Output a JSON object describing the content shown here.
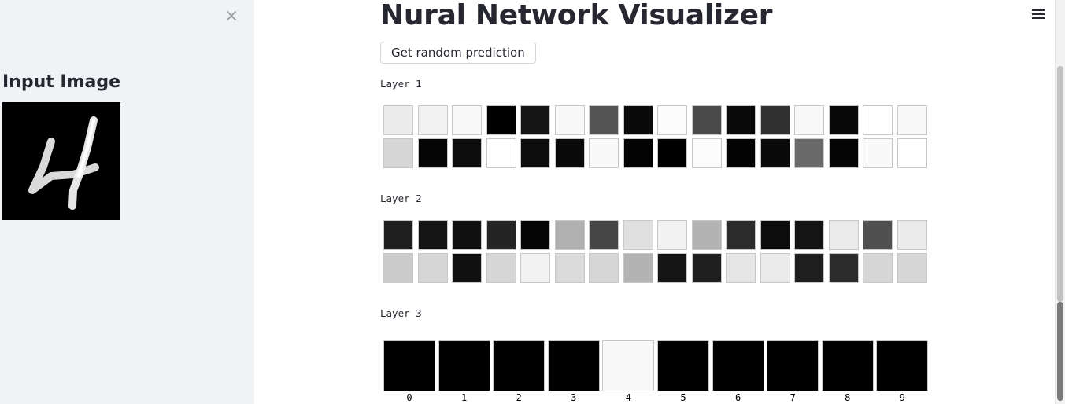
{
  "sidebar": {
    "close_symbol": "×",
    "title": "Input Image",
    "image_alt": "Handwritten digit 4"
  },
  "main": {
    "title": "Nural Network Visualizer",
    "button_label": "Get random prediction",
    "menu_icon": "hamburger-menu-icon"
  },
  "layers": [
    {
      "label": "Layer 1",
      "rows": [
        [
          "#ebebeb",
          "#f1f1f1",
          "#f9f9f9",
          "#000000",
          "#141414",
          "#f9f9f9",
          "#545454",
          "#0a0a0a",
          "#fbfbfb",
          "#4a4a4a",
          "#0a0a0a",
          "#313131",
          "#f9f9f9",
          "#080808",
          "#ffffff",
          "#f9f9f9"
        ],
        [
          "#d6d6d6",
          "#050505",
          "#0c0c0c",
          "#ffffff",
          "#0c0c0c",
          "#0a0a0a",
          "#f9f9f9",
          "#030303",
          "#000000",
          "#fbfbfb",
          "#030303",
          "#0a0a0a",
          "#6a6a6a",
          "#050505",
          "#f9f9f9",
          "#ffffff"
        ]
      ]
    },
    {
      "label": "Layer 2",
      "rows": [
        [
          "#1e1e1e",
          "#141414",
          "#101010",
          "#242424",
          "#050505",
          "#b0b0b0",
          "#464646",
          "#e0e0e0",
          "#f1f1f1",
          "#b3b3b3",
          "#2b2b2b",
          "#0c0c0c",
          "#141414",
          "#ebebeb",
          "#505050",
          "#ebebeb"
        ],
        [
          "#cbcbcb",
          "#d6d6d6",
          "#101010",
          "#d6d6d6",
          "#f1f1f1",
          "#dbdbdb",
          "#d6d6d6",
          "#b3b3b3",
          "#141414",
          "#1e1e1e",
          "#e6e6e6",
          "#ebebeb",
          "#1e1e1e",
          "#2b2b2b",
          "#d6d6d6",
          "#d6d6d6"
        ]
      ]
    },
    {
      "label": "Layer 3",
      "outputs": [
        {
          "label": "0",
          "color": "#000000"
        },
        {
          "label": "1",
          "color": "#000000"
        },
        {
          "label": "2",
          "color": "#000000"
        },
        {
          "label": "3",
          "color": "#000000"
        },
        {
          "label": "4",
          "color": "#f9f9f9"
        },
        {
          "label": "5",
          "color": "#000000"
        },
        {
          "label": "6",
          "color": "#000000"
        },
        {
          "label": "7",
          "color": "#000000"
        },
        {
          "label": "8",
          "color": "#000000"
        },
        {
          "label": "9",
          "color": "#000000"
        }
      ]
    }
  ],
  "colors": {
    "sidebar_bg": "#f0f2f6",
    "text": "#262730",
    "scroll_thumb": "#c1c1c1",
    "scroll_thumb_active": "#7a7a7a"
  }
}
